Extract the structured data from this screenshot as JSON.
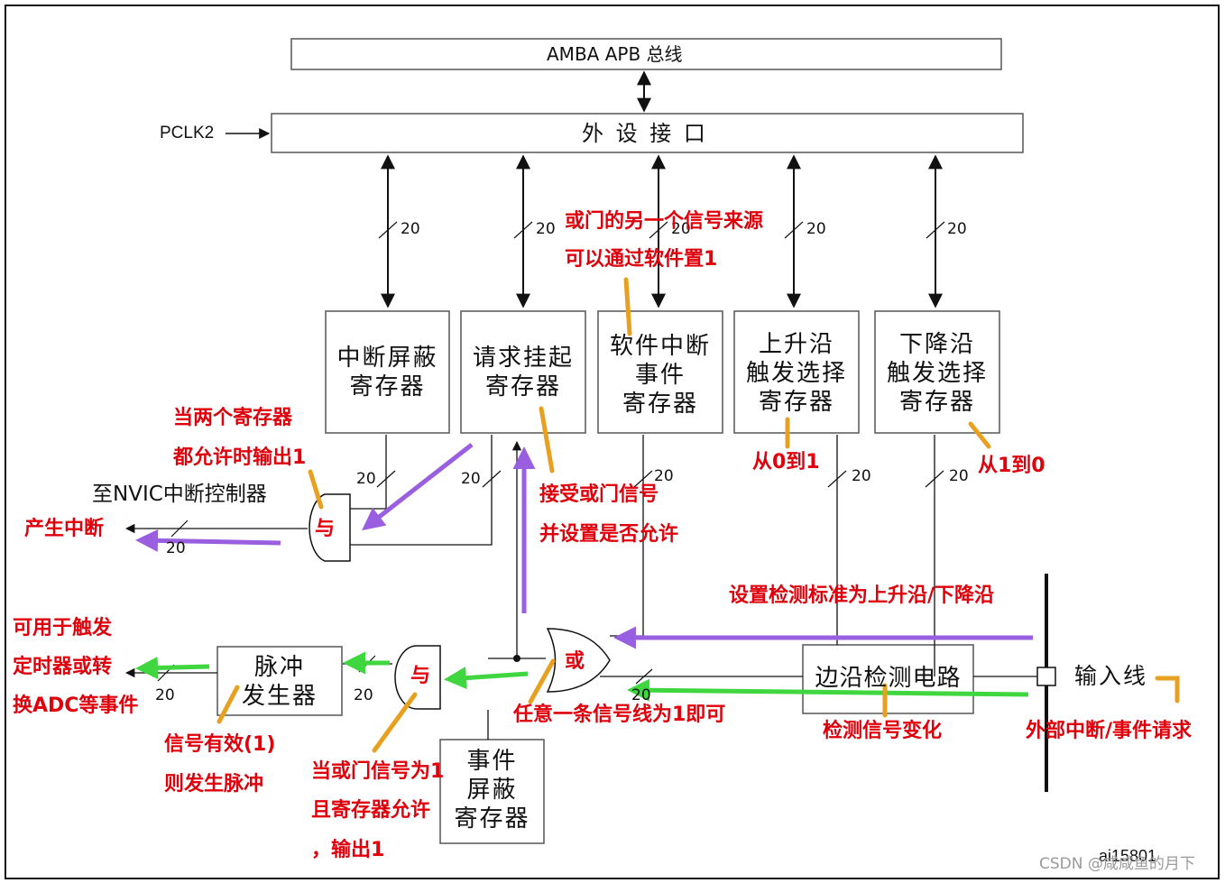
{
  "bus": {
    "amba": "AMBA APB 总线",
    "peripheral": "外 设 接 口",
    "pclk": "PCLK2"
  },
  "registers": {
    "int_mask": [
      "中断屏蔽",
      "寄存器"
    ],
    "pending": [
      "请求挂起",
      "寄存器"
    ],
    "sw_int": [
      "软件中断",
      "事件",
      "寄存器"
    ],
    "rising": [
      "上升沿",
      "触发选择",
      "寄存器"
    ],
    "falling": [
      "下降沿",
      "触发选择",
      "寄存器"
    ],
    "edge_detect": [
      "边沿检测电路"
    ],
    "pulse_gen": [
      "脉冲",
      "发生器"
    ],
    "event_mask": [
      "事件",
      "屏蔽",
      "寄存器"
    ]
  },
  "width_tag": "20",
  "gates": {
    "and_label": "与",
    "or_label": "或"
  },
  "labels": {
    "nvic": "至NVIC中断控制器",
    "input_line": "输入线",
    "fig_id": "ai15801",
    "watermark": "CSDN @咸咸鱼的月下"
  },
  "annotations": {
    "or_source": [
      "或门的另一个信号来源",
      "可以通过软件置1"
    ],
    "and_both": [
      "当两个寄存器",
      "都允许时输出1"
    ],
    "gen_int": "产生中断",
    "accept_or": [
      "接受或门信号",
      "并设置是否允许"
    ],
    "rising": "从0到1",
    "falling": "从1到0",
    "set_detect": "设置检测标准为上升沿/下降沿",
    "trigger": [
      "可用于触发",
      "定时器或转",
      "换ADC等事件"
    ],
    "pulse": [
      "信号有效(1)",
      "则发生脉冲"
    ],
    "and_event": [
      "当或门信号为1",
      "且寄存器允许",
      "，输出1"
    ],
    "any_line": "任意一条信号线为1即可",
    "detect_change": "检测信号变化",
    "ext_req": "外部中断/事件请求"
  },
  "colors": {
    "note_text": "#e0000b",
    "arrow_purple": "#9a5fe0",
    "arrow_green": "#3fd63f",
    "pointer_orange": "#e8a020"
  }
}
